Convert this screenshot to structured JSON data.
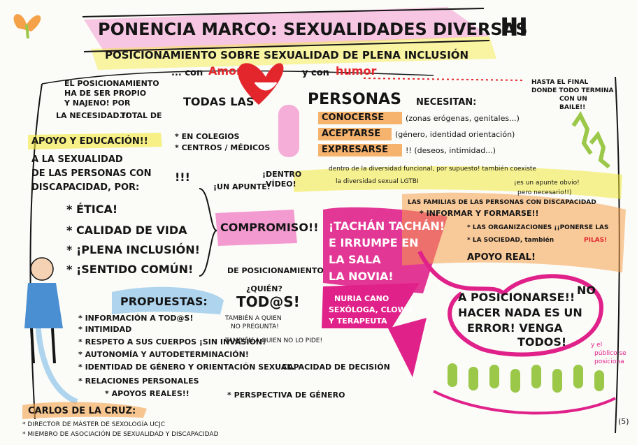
{
  "title": "PONENCIA MARCO: SEXUALIDADES DIVERSAS",
  "roman": "III",
  "subtitle": "POSICIONAMIENTO SOBRE SEXUALIDAD DE PLENA INCLUSIÓN",
  "intro": {
    "lines": [
      "EL POSICIONAMIENTO",
      "HA DE SER PROPIO",
      "Y NAJENO! POR",
      "LA NECESIDAD.!!",
      "TOTAL DE"
    ],
    "apoyo": "APOYO Y EDUCACIÓN!!",
    "lines2": [
      "A LA SEXUALIDAD",
      "DE LAS PERSONAS CON",
      "DISCAPACIDAD, POR:"
    ],
    "reasons": [
      "* ÉTICA!",
      "* CALIDAD DE VIDA",
      "* ¡PLENA INCLUSIÓN!",
      "* ¡SENTIDO COMÚN!"
    ]
  },
  "top": {
    "con": "... con",
    "amor": "Amor",
    "y_con": "y con",
    "humor": "humor",
    "final": [
      "HASTA EL FINAL",
      "DONDE TODO TERMINA",
      "CON UN",
      "BAILE!!"
    ]
  },
  "personas": {
    "todas": "TODAS LAS",
    "personas": "PERSONAS",
    "necesitan": "NECESITAN:",
    "items": [
      {
        "word": "CONOCERSE",
        "note": "(zonas erógenas, genitales...)"
      },
      {
        "word": "ACEPTARSE",
        "note": "(género, identidad orientación)"
      },
      {
        "word": "EXPRESARSE",
        "note": "!! (deseos, intimidad...)"
      }
    ]
  },
  "colegios": [
    "* EN COLEGIOS",
    "* CENTROS / MÉDICOS"
  ],
  "exclaim": "!!!",
  "apunte": "¡UN APUNTE!",
  "dentro_video": [
    "¡DENTRO",
    "VÍDEO!"
  ],
  "diversidad": [
    "dentro de la diversidad funcional, por supuesto! también coexiste",
    "la diversidad sexual LGTBI",
    "¡es un apunte obvio!",
    "pero necesario!!)"
  ],
  "compromiso": "COMPROMISO!!",
  "de_posicionamiento": "DE POSICIONAMIENTO",
  "tachan": [
    "¡TACHÁN TACHÁN!",
    "E IRRUMPE EN",
    "LA SALA",
    "LA NOVIA!"
  ],
  "nuria": [
    "NURIA CANO",
    "SEXÓLOGA, CLOWN",
    "Y TERAPEUTA"
  ],
  "familias": [
    "LAS FAMILIAS DE LAS PERSONAS CON DISCAPACIDAD",
    "* INFORMAR Y FORMARSE!!",
    "* LAS ORGANIZACIONES ¡¡PONERSE LAS",
    "* LA SOCIEDAD, también",
    "PILAS!",
    "APOYO REAL!"
  ],
  "posicionarse": [
    "A POSICIONARSE!!",
    "NO",
    "HACER NADA ES UN",
    "ERROR! VENGA",
    "TODOS!"
  ],
  "publico": [
    "y el",
    "público se",
    "posiciona"
  ],
  "quien": [
    "¿QUIÉN?",
    "TOD@S!"
  ],
  "propuestas": {
    "title": "PROPUESTAS:",
    "items": [
      "* INFORMACIÓN A TOD@S!",
      "* INTIMIDAD",
      "* RESPETO A SUS CUERPOS ¡SIN INVASIÓN!",
      "* AUTONOMÍA Y AUTODETERMINACIÓN!",
      "* IDENTIDAD DE GÉNERO Y ORIENTACIÓN SEXUAL.",
      "* RELACIONES PERSONALES",
      "* APOYOS REALES!!"
    ],
    "tambien": [
      "TAMBIÉN A QUIEN",
      "NO PREGUNTA!",
      "TAMBIÉN A QUIEN NO LO PIDE!"
    ],
    "capacidad": "CAPACIDAD DE DECISIÓN",
    "perspectiva": "* PERSPECTIVA DE GÉNERO"
  },
  "speaker": {
    "name": "CARLOS DE LA CRUZ:",
    "roles": [
      "* DIRECTOR DE MÁSTER DE SEXOLOGÍA UCJC",
      "* MIEMBRO DE ASOCIACIÓN DE SEXUALIDAD Y DISCAPACIDAD"
    ]
  },
  "page_number": "(5)",
  "colors": {
    "pink": "#e0218a",
    "orange": "#f5a14a",
    "yellow": "#f3ea3a",
    "blue": "#8dc3ea",
    "green": "#9cc84a",
    "red": "#e3262b"
  }
}
